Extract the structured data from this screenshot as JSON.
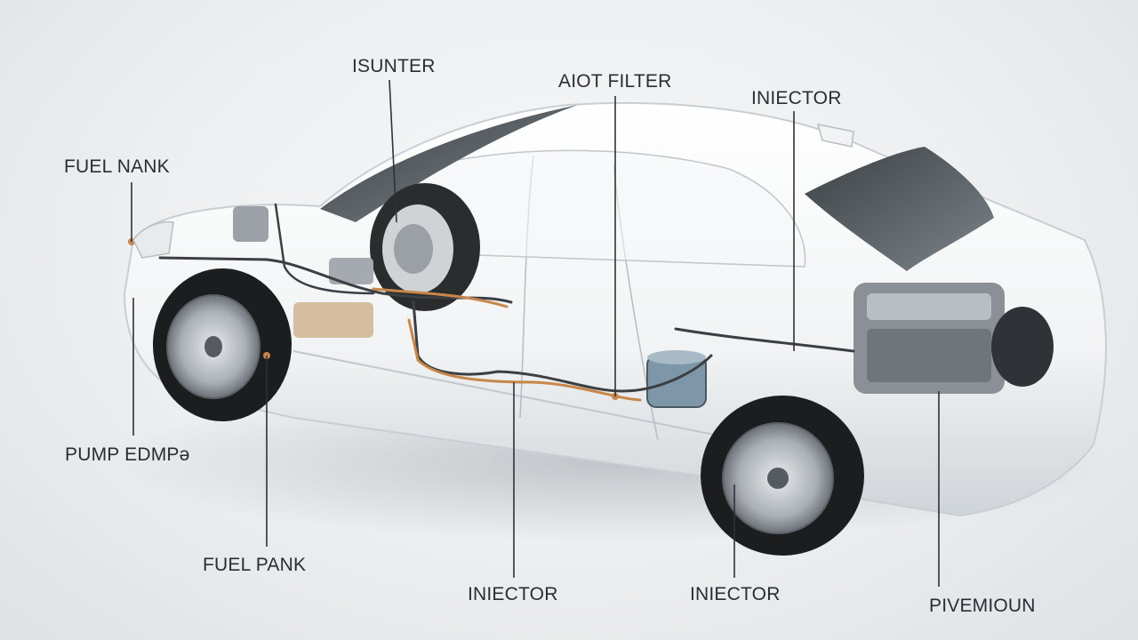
{
  "labels": {
    "top_left": "FUEL NANK",
    "top_center_left": "ISUNTER",
    "top_center": "AIOT FILTER",
    "top_right": "INIECTOR",
    "mid_left": "PUMP  EDMPə",
    "bottom_left": "FUEL PANK",
    "bottom_center": "INIECTOR",
    "bottom_center_right": "INIECTOR",
    "bottom_right": "PIVEMIOUN"
  },
  "colors": {
    "background": "#eceef0",
    "car_body": "#fbfcfc",
    "glass": "#5c6368",
    "fuel_line_copper": "#c8864a",
    "leader_line": "#2f3236",
    "tire": "#1c1d1f"
  }
}
